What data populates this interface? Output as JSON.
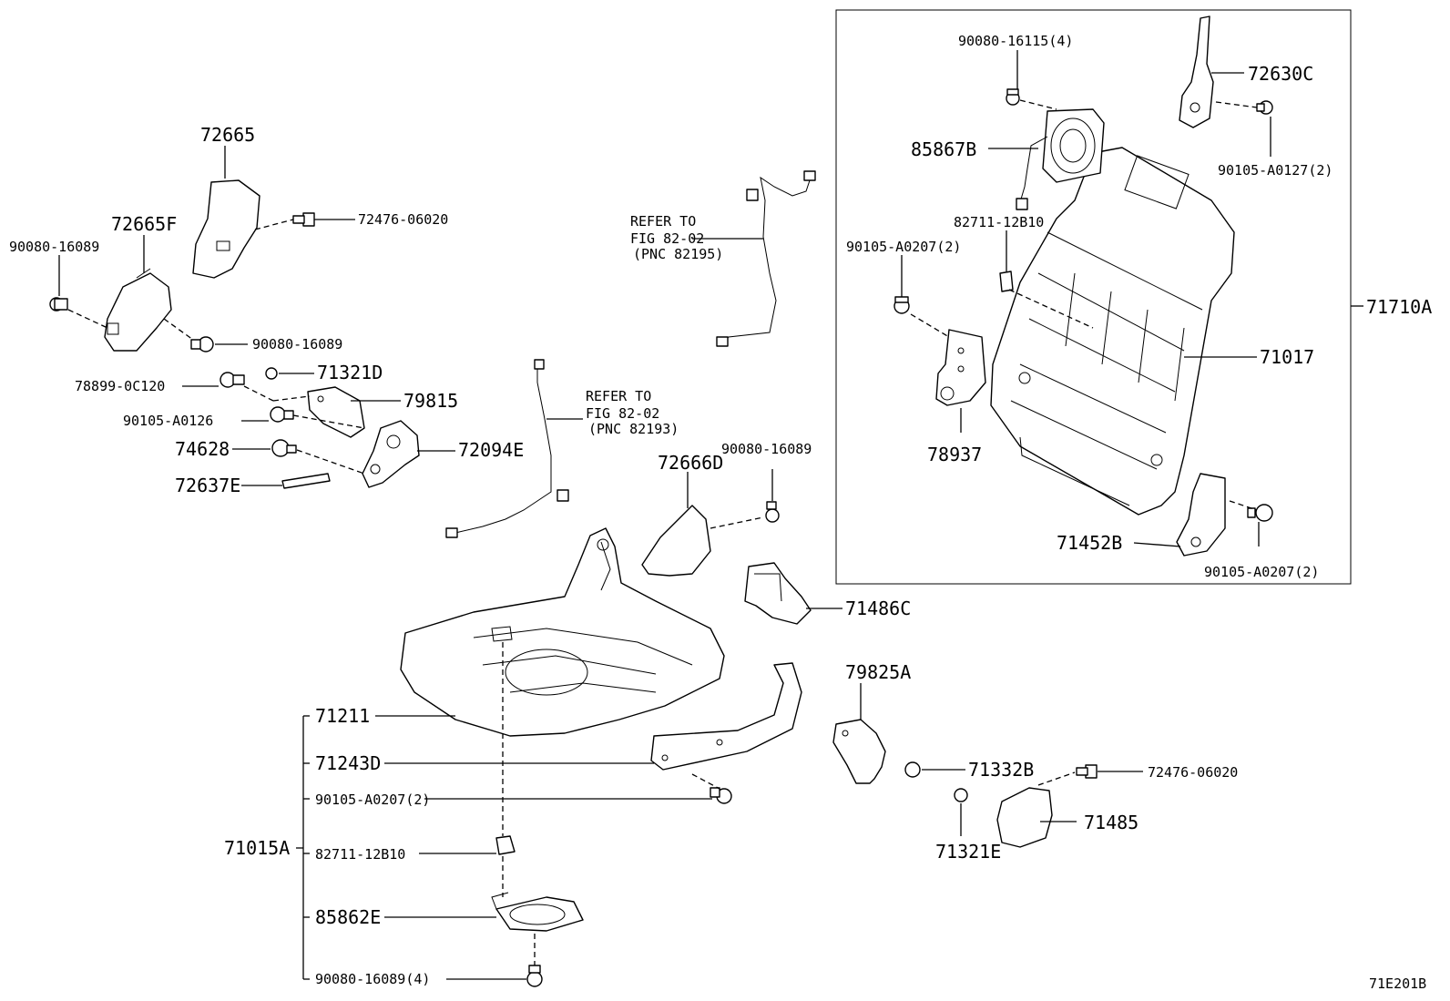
{
  "diagram_code": "71E201B",
  "refer_notes": [
    {
      "line1": "REFER TO",
      "line2": "FIG 82-02",
      "line3": "(PNC 82195)"
    },
    {
      "line1": "REFER TO",
      "line2": "FIG 82-02",
      "line3": "(PNC 82193)"
    }
  ],
  "labels": {
    "p72665": "72665",
    "p72665F": "72665F",
    "p90080_16089_a": "90080-16089",
    "p72476_06020_a": "72476-06020",
    "p90080_16089_b": "90080-16089",
    "p78899": "78899-0C120",
    "p71321D": "71321D",
    "p79815": "79815",
    "p90105_A0126": "90105-A0126",
    "p74628": "74628",
    "p72094E": "72094E",
    "p72637E": "72637E",
    "p72666D": "72666D",
    "p90080_16089_c": "90080-16089",
    "p71486C": "71486C",
    "p71211": "71211",
    "p71243D": "71243D",
    "p90105_A0207_seat": "90105-A0207(2)",
    "p71015A": "71015A",
    "p82711_seat": "82711-12B10",
    "p85862E": "85862E",
    "p90080_16089_4": "90080-16089(4)",
    "p79825A": "79825A",
    "p71332B": "71332B",
    "p72476_06020_b": "72476-06020",
    "p71485": "71485",
    "p71321E": "71321E",
    "p90080_16115": "90080-16115(4)",
    "p72630C": "72630C",
    "p90105_A0127": "90105-A0127(2)",
    "p85867B": "85867B",
    "p82711_back": "82711-12B10",
    "p90105_A0207_a": "90105-A0207(2)",
    "p71710A": "71710A",
    "p71017": "71017",
    "p78937": "78937",
    "p71452B": "71452B",
    "p90105_A0207_b": "90105-A0207(2)"
  }
}
